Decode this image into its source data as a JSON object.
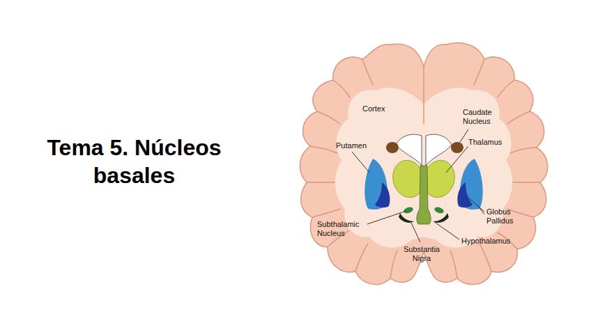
{
  "diagram": {
    "title": "Tema 5. Núcleos basales",
    "labels": [
      "Cortex",
      "Caudate Nucleus",
      "Putamen",
      "Thalamus",
      "Globus Pallidus",
      "Subthalamic Nucleus",
      "Hypothalamus",
      "Substantia Nigra"
    ]
  }
}
